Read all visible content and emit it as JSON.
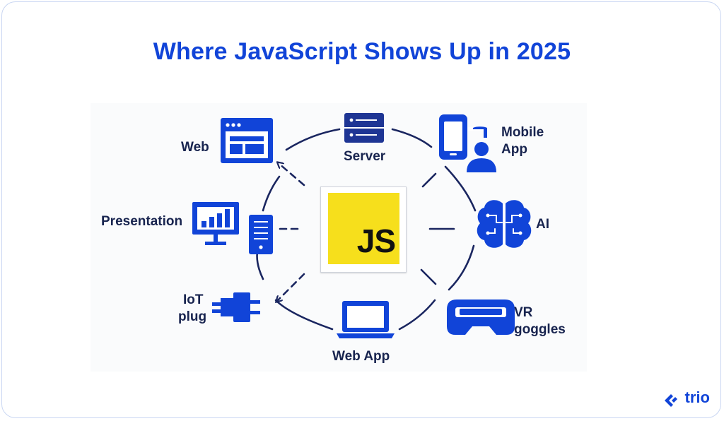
{
  "title": "Where JavaScript Shows Up in 2025",
  "center": {
    "label": "JS"
  },
  "nodes": {
    "server": "Server",
    "mobile_app": [
      "Mobile",
      "App"
    ],
    "ai": "AI",
    "vr_goggles": [
      "VR",
      "goggles"
    ],
    "web_app": "Web App",
    "iot_plug": [
      "IoT",
      "plug"
    ],
    "presentation": "Presentation",
    "web": "Web"
  },
  "icons": {
    "server": "server-icon",
    "mobile_app": "mobile-app-icon",
    "ai": "brain-icon",
    "vr_goggles": "vr-goggles-icon",
    "web_app": "laptop-icon",
    "iot_plug": "plug-icon",
    "presentation": "presentation-icon",
    "web": "browser-window-icon"
  },
  "brand": "trio",
  "colors": {
    "accent": "#1144d8",
    "ring": "#1a2660",
    "js_yellow": "#f6df1c"
  }
}
